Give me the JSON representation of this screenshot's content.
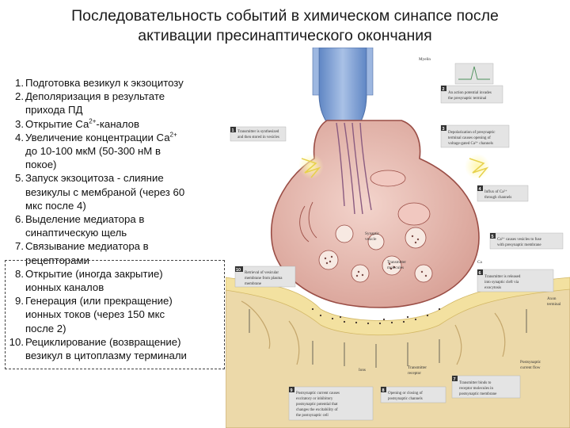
{
  "title_line1": "Последовательность событий в химическом синапсе после",
  "title_line2": "активации пресинаптического окончания",
  "steps": [
    {
      "num": "1.",
      "lines": [
        "Подготовка везикул к экзоцитозу"
      ]
    },
    {
      "num": "2.",
      "lines": [
        "Деполяризация в результате",
        "прихода ПД"
      ]
    },
    {
      "num": "3.",
      "pre": "Открытие Са",
      "sup": "2+",
      "post": "-каналов"
    },
    {
      "num": "4.",
      "pre": "Увеличение концентрации Са",
      "sup": "2+",
      "rest": [
        "до 10-100 мкМ (50-300 нМ в",
        "покое)"
      ]
    },
    {
      "num": "5.",
      "lines": [
        "Запуск экзоцитоза - слияние",
        "везикулы с мембраной (через 60",
        "мкс после 4)"
      ]
    },
    {
      "num": "6.",
      "lines": [
        "Выделение медиатора в",
        "синаптическую щель"
      ]
    },
    {
      "num": "7.",
      "lines": [
        "Связывание медиатора в",
        "рецепторами"
      ]
    },
    {
      "num": "8.",
      "lines": [
        "Открытие (иногда закрытие)",
        "ионных каналов"
      ]
    },
    {
      "num": "9.",
      "lines": [
        "Генерация (или прекращение)",
        "ионных токов (через 150 мкс",
        "после 2)"
      ]
    },
    {
      "num": "10.",
      "lines": [
        "Рециклирование (возвращение)",
        "везикул в цитоплазму терминали"
      ]
    }
  ],
  "figure": {
    "labels": {
      "myelin": "Myelin",
      "synaptic_vesicle_1": "Synaptic",
      "synaptic_vesicle_2": "vesicle",
      "transmitter_molecules_1": "Transmitter",
      "transmitter_molecules_2": "molecules",
      "ions": "Ions",
      "transmitter_receptor_1": "Transmitter",
      "transmitter_receptor_2": "receptor",
      "ca_label": "Ca",
      "postsynaptic_current_flow_1": "Postsynaptic",
      "postsynaptic_current_flow_2": "current flow",
      "axon_1": "Axon",
      "axon_2": "terminal"
    },
    "boxes": [
      {
        "num": "1",
        "lines": [
          "Transmitter is synthesized",
          "and then stored in vesicles"
        ]
      },
      {
        "num": "2",
        "lines": [
          "An action potential invades",
          "the presynaptic terminal"
        ]
      },
      {
        "num": "3",
        "lines": [
          "Depolarization of presynaptic",
          "terminal causes opening of",
          "voltage-gated Ca²⁺ channels"
        ]
      },
      {
        "num": "4",
        "lines": [
          "Influx of Ca²⁺",
          "through channels"
        ]
      },
      {
        "num": "5",
        "lines": [
          "Ca²⁺ causes vesicles to fuse",
          "with presynaptic membrane"
        ]
      },
      {
        "num": "6",
        "lines": [
          "Transmitter is released",
          "into synaptic cleft via",
          "exocytosis"
        ]
      },
      {
        "num": "7",
        "lines": [
          "Transmitter binds to",
          "receptor molecules in",
          "postsynaptic membrane"
        ]
      },
      {
        "num": "8",
        "lines": [
          "Opening or closing of",
          "postsynaptic channels"
        ]
      },
      {
        "num": "9",
        "lines": [
          "Postsynaptic current causes",
          "excitatory or inhibitory",
          "postsynaptic potential that",
          "changes the excitability of",
          "the postsynaptic cell"
        ]
      },
      {
        "num": "10",
        "lines": [
          "Retrieval of vesicular",
          "membrane from plasma",
          "membrane"
        ]
      }
    ]
  },
  "colors": {
    "axon_blue": "#7fa1d4",
    "terminal_pink": "#e2b7ad",
    "terminal_outline": "#9a4d45",
    "cleft_yellow": "#f3e1a0",
    "postsynaptic_tan": "#ecd9a9",
    "label_box_bg": "#e4e4e4"
  }
}
